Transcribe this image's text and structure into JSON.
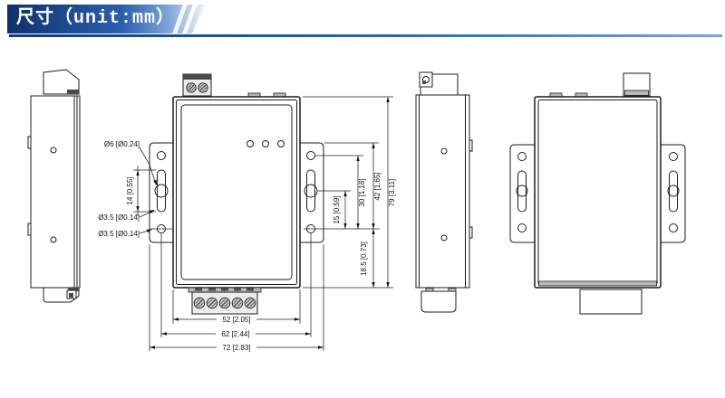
{
  "header": {
    "title": "尺寸（unit:mm）"
  },
  "dims": {
    "keyhole_diameter": "Ø6 [Ø0.24]",
    "slot_length": "14 [0.55]",
    "hole_mid_diameter": "Ø3.5 [Ø0.14]",
    "hole_bottom_diameter": "Ø3.5 [Ø0.14]",
    "slot_to_hole": "15 [0.59]",
    "hole_spacing_vertical": "30 [1.18]",
    "bracket_height": "42 [1.65]",
    "body_height": "79 [3.11]",
    "hole_to_bottom": "18.5 [0.73]",
    "body_width": "52 [2.05]",
    "hole_spacing_horizontal": "62 [2.44]",
    "overall_width": "72 [2.83]"
  }
}
